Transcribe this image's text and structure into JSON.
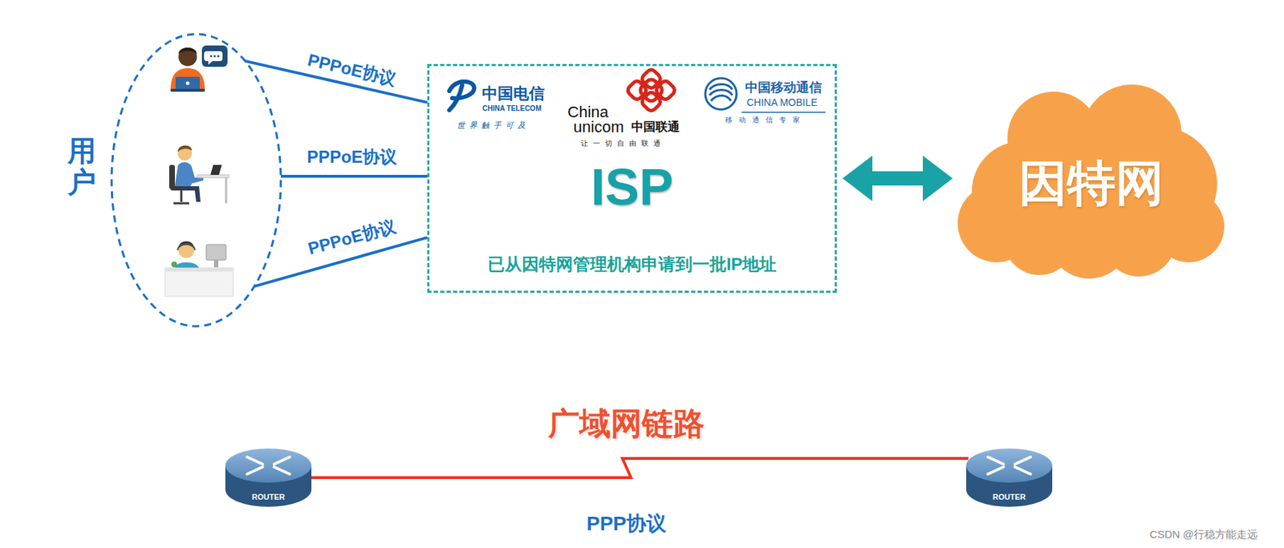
{
  "diagram": {
    "nodes": [
      {
        "text": [
          "用户"
        ]
      },
      {
        "text": [
          "ISP",
          "已从因特网管理机构申请到一批IP地址"
        ]
      },
      {
        "text": [
          "因特网"
        ]
      },
      {
        "text": [
          "ROUTER"
        ]
      },
      {
        "text": [
          "ROUTER"
        ]
      }
    ],
    "edges": [
      {
        "from": 0,
        "to": 1,
        "arrow": "none",
        "label": "PPPoE协议"
      },
      {
        "from": 0,
        "to": 1,
        "arrow": "none",
        "label": "PPPoE协议"
      },
      {
        "from": 0,
        "to": 1,
        "arrow": "none",
        "label": "PPPoE协议"
      },
      {
        "from": 1,
        "to": 2,
        "arrow": "both"
      },
      {
        "from": 3,
        "to": 4,
        "arrow": "none",
        "label": "广域网链路"
      }
    ],
    "labels": [
      "中国电信",
      "CHINA TELECOM",
      "世界触手可及",
      "China",
      "unicom",
      "中国联通",
      "让一切自由联通",
      "中国移动通信",
      "CHINA MOBILE",
      "移动通信专家",
      "PPP协议",
      "CSDN @行稳方能走远"
    ]
  }
}
